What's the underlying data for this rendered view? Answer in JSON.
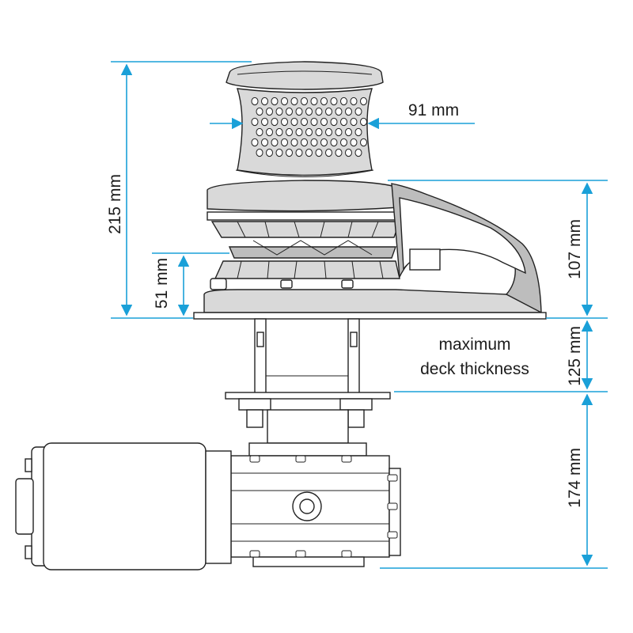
{
  "dimensions": {
    "overall_height": "215 mm",
    "drum_diameter": "91 mm",
    "top_to_deck": "107 mm",
    "gypsy_height": "51 mm",
    "deck_thickness": "125 mm",
    "below_deck": "174 mm"
  },
  "notes": {
    "deck_line1": "maximum",
    "deck_line2": "deck thickness"
  },
  "colors": {
    "dimension_lines": "#1aa0d8",
    "outline": "#222222",
    "shading": "#d9d9d9"
  }
}
